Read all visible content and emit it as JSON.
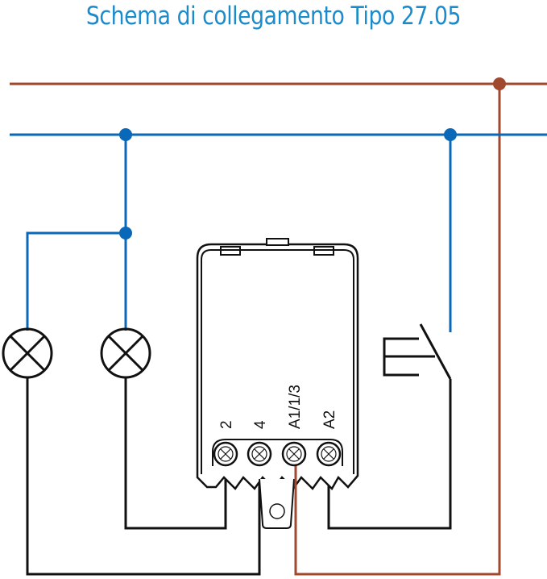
{
  "title": "Schema di collegamento Tipo 27.05",
  "colors": {
    "title": "#1a8ccc",
    "phase_line": "#a0492e",
    "neutral_line": "#0a68b8",
    "wiring": "#111111"
  },
  "diagram": {
    "lines": [
      {
        "name": "phase",
        "color_key": "phase_line"
      },
      {
        "name": "neutral",
        "color_key": "neutral_line"
      }
    ],
    "components": [
      {
        "id": "lamp-1",
        "type": "lamp"
      },
      {
        "id": "lamp-2",
        "type": "lamp"
      },
      {
        "id": "relay",
        "type": "relay-module",
        "model": "27.05"
      },
      {
        "id": "pushbutton",
        "type": "push-button-switch"
      }
    ],
    "terminals": [
      "2",
      "4",
      "A1/1/3",
      "A2"
    ]
  }
}
